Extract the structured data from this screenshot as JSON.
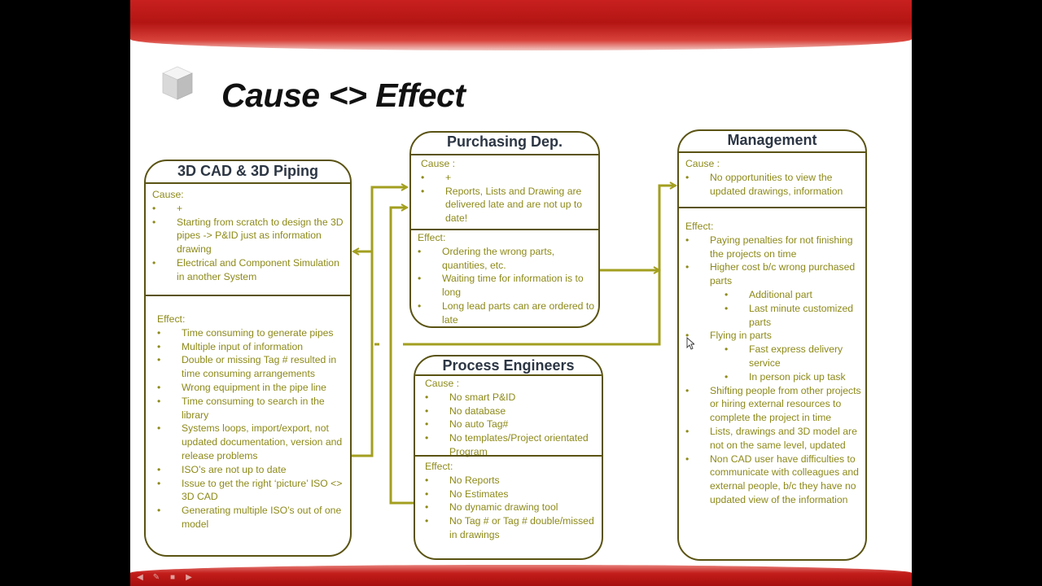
{
  "title": "Cause <> Effect",
  "boxes": {
    "cad": {
      "title": "3D CAD & 3D Piping",
      "cause_label": "Cause:",
      "cause_items": [
        "+",
        "Starting from scratch to design the 3D pipes -> P&ID just as information drawing",
        "Electrical and Component Simulation in another System"
      ],
      "effect_label": "Effect:",
      "effect_items": [
        "Time consuming to generate pipes",
        "Multiple input of information",
        "Double or missing Tag # resulted in time consuming arrangements",
        "Wrong equipment in the pipe line",
        "Time consuming to search in the library",
        "Systems loops, import/export, not updated documentation, version and release problems",
        "ISO’s are not up to date",
        "Issue to get the right ‘picture’ ISO <> 3D CAD",
        "Generating multiple ISO’s out of one model"
      ]
    },
    "purchasing": {
      "title": "Purchasing Dep.",
      "cause_label": "Cause :",
      "cause_items": [
        "+",
        "Reports, Lists and Drawing are delivered late and are not up to date!"
      ],
      "effect_label": "Effect:",
      "effect_items": [
        "Ordering the wrong parts, quantities, etc.",
        "Waiting time for information is to long",
        "Long lead parts can are ordered to late"
      ]
    },
    "process": {
      "title": "Process Engineers",
      "cause_label": "Cause :",
      "cause_items": [
        "No smart P&ID",
        "No database",
        "No auto Tag#",
        "No templates/Project orientated Program"
      ],
      "effect_label": "Effect:",
      "effect_items": [
        "No Reports",
        "No Estimates",
        "No dynamic drawing tool",
        "No Tag # or Tag # double/missed in drawings"
      ]
    },
    "management": {
      "title": "Management",
      "cause_label": "Cause :",
      "cause_items": [
        "No opportunities to view the updated drawings, information"
      ],
      "effect_label": "Effect:",
      "effect_items": [
        "Paying penalties for not finishing the projects on time",
        "Higher cost b/c wrong purchased parts",
        "Additional part",
        "Last minute customized parts",
        "Flying in parts",
        "Fast express delivery service",
        "In person pick up task",
        "Shifting people from other projects or hiring external resources to complete the project in time",
        "Lists, drawings and 3D model are not on the same level, updated",
        "Non CAD user have difficulties to communicate with colleagues and external people, b/c they have no updated view of the information"
      ]
    }
  },
  "colors": {
    "accent_olive": "#5a5313",
    "text_olive": "#8d8a19",
    "banner_red": "#c0201d",
    "heading_dark": "#2c3644"
  }
}
